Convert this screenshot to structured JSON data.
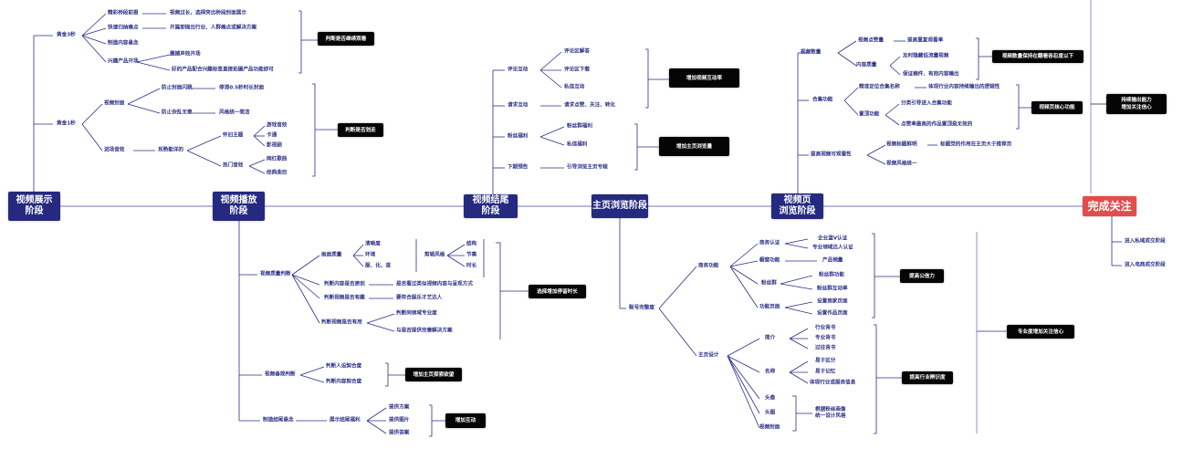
{
  "diagram_type": "mind-map",
  "colors": {
    "stage": "#25297f",
    "final": "#e04d4b",
    "result": "#050505",
    "text": "#2b2f86",
    "line": "#2b2f86",
    "spine": "#8f95c8"
  },
  "stages": [
    {
      "label": "视频展示\n阶段"
    },
    {
      "label": "视频播放\n阶段"
    },
    {
      "label": "视频结尾\n阶段"
    },
    {
      "label": "主页浏览阶段"
    },
    {
      "label": "视频页\n浏览阶段"
    },
    {
      "label": "完成关注"
    }
  ],
  "s1": {
    "g3": "黄金3秒",
    "g3_items": [
      "精彩桥段前报",
      "快速归纳痛点",
      "制造内容悬念",
      "兴趣产品开场"
    ],
    "g3_details": [
      "视频过长，选择突出桥段封面展示",
      "开篇即抛出行业、人群痛点或解决方案",
      "震撼声效开场",
      "好的产品配合兴趣标签直接拍摄产品功能即可"
    ],
    "g3_result": "判断是否继续观看",
    "g1": "黄金1秒",
    "cover": "视频封面",
    "cover_items": [
      "防止封面闪跳",
      "防止杂乱无章"
    ],
    "cover_details": [
      "停滞0.5秒时长封面",
      "风格统一简洁"
    ],
    "sound": "进场音效",
    "sound_sub": "耳熟能详的",
    "nostalgia": "怀旧主题",
    "nostalgia_items": [
      "游戏音效",
      "卡通",
      "影视剧"
    ],
    "hot": "热门音效",
    "hot_items": [
      "网红歌曲",
      "经典曲目"
    ],
    "g1_result": "判断是否划走"
  },
  "s2": {
    "quality": "视频质量判断",
    "picture": "画面质量",
    "picture_items": [
      "清晰度",
      "环境",
      "服、化、道"
    ],
    "edit": "剪辑风格",
    "edit_items": [
      "结构",
      "节奏",
      "时长"
    ],
    "q_items": [
      "判断内容是否原创",
      "判断视频是否有趣",
      "判断视频是否有用"
    ],
    "q_details": [
      "是否看过类似视频内容与呈现方式",
      "要符合娱乐才艺达人",
      "判断同领域专业度",
      "与是否提供完善解决方案"
    ],
    "q_result": "选择增加停留时长",
    "persona": "视频垂观判断",
    "persona_items": [
      "判断人设契合度",
      "判断内容契合度"
    ],
    "persona_result": "增加主页探索欲望",
    "suspense": "制造结尾悬念",
    "suspense_sub": "展示结尾福利",
    "suspense_items": [
      "提供方案",
      "提供图片",
      "提供答案"
    ],
    "suspense_result": "增加互动"
  },
  "s3": {
    "comment": "评论互动",
    "comment_items": [
      "评论区解答",
      "评论区下载",
      "私信互动"
    ],
    "request": "请求互动",
    "request_detail": "请求点赞、关注、转化",
    "result1": "增加视频互动率",
    "fans": "粉丝福利",
    "fans_items": [
      "粉丝群福利",
      "私信福利"
    ],
    "preview": "下期预告",
    "preview_detail": "引导浏览主页专辑",
    "result2": "增加主页浏览量"
  },
  "s4": {
    "account": "账号完整度",
    "biz": "商务功能",
    "biz_items": [
      "商务认证",
      "橱窗功能",
      "粉丝群",
      "功能页面"
    ],
    "cert_items": [
      "企业蓝V认证",
      "专业领域达人认证"
    ],
    "window_item": "产品销量",
    "fan_items": [
      "粉丝群功能",
      "粉丝群互动率"
    ],
    "page_items": [
      "设置商家页面",
      "设置作品页面"
    ],
    "biz_result": "提高公信力",
    "design": "主页设计",
    "design_items": [
      "简介",
      "名称",
      "头像",
      "头图",
      "视频封面"
    ],
    "intro_items": [
      "行业背书",
      "专业背书",
      "过往背书"
    ],
    "name_items": [
      "易于区分",
      "易于记忆",
      "体现行业或服务信息"
    ],
    "visual_detail": "根据粉丝画像\n统一设计风格",
    "design_result": "提高行业辨识度",
    "result": "专业度增加关注信心"
  },
  "s5": {
    "count": "视频数量",
    "count_items": [
      "视频点赞量",
      "内容质量"
    ],
    "like_detail": "提高重复观看率",
    "quality_items": [
      "及时隐藏低流量视频",
      "保证稿件、有效内容输出"
    ],
    "count_result": "视频数量保持在翻看容忍度以下",
    "collection": "合集功能",
    "collection_items": [
      "精准定位合集名称",
      "置顶功能"
    ],
    "collection_detail": "体现行业内容持续输出的逻辑性",
    "pin_items": [
      "分类引导进入合集功能",
      "点赞率最高的作品置顶是无效的"
    ],
    "collection_result": "视频页核心功能",
    "view": "提高视频可观看性",
    "view_items": [
      "视频标题鲜明",
      "视频风格统一"
    ],
    "view_detail": "标题党的作用在主页大于推荐页",
    "result": "持续输出能力\n增加关注信心"
  },
  "s6": {
    "items": [
      "进入私域成交阶段",
      "进入电商成交阶段"
    ]
  }
}
